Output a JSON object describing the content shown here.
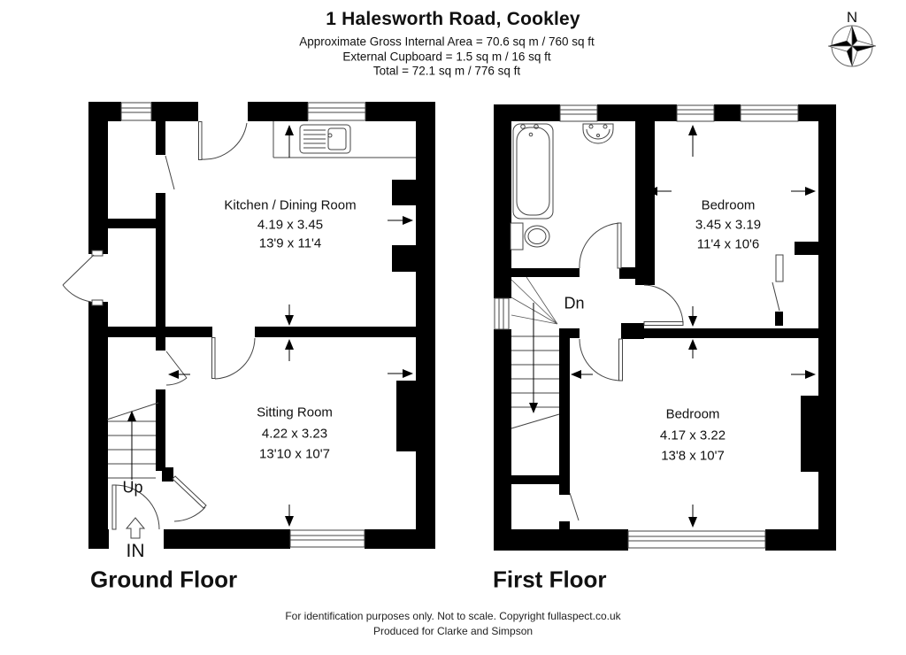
{
  "header": {
    "title": "1 Halesworth Road, Cookley",
    "area_line1": "Approximate Gross Internal Area = 70.6 sq m / 760 sq ft",
    "area_line2": "External Cupboard = 1.5 sq m / 16 sq ft",
    "area_line3": "Total = 72.1 sq m / 776 sq ft"
  },
  "compass": {
    "north_label": "N"
  },
  "ground_floor": {
    "heading": "Ground Floor",
    "rooms": [
      {
        "name": "Kitchen / Dining Room",
        "dim_metric": "4.19 x 3.45",
        "dim_imperial": "13'9 x 11'4"
      },
      {
        "name": "Sitting Room",
        "dim_metric": "4.22 x 3.23",
        "dim_imperial": "13'10 x 10'7"
      }
    ],
    "stairs_label": "Up",
    "entrance_label": "IN"
  },
  "first_floor": {
    "heading": "First Floor",
    "rooms": [
      {
        "name": "Bedroom",
        "dim_metric": "3.45 x 3.19",
        "dim_imperial": "11'4 x 10'6"
      },
      {
        "name": "Bedroom",
        "dim_metric": "4.17 x 3.22",
        "dim_imperial": "13'8 x 10'7"
      }
    ],
    "stairs_label": "Dn"
  },
  "footer": {
    "line1": "For identification purposes only. Not to scale. Copyright fullaspect.co.uk",
    "line2": "Produced for Clarke and Simpson"
  }
}
